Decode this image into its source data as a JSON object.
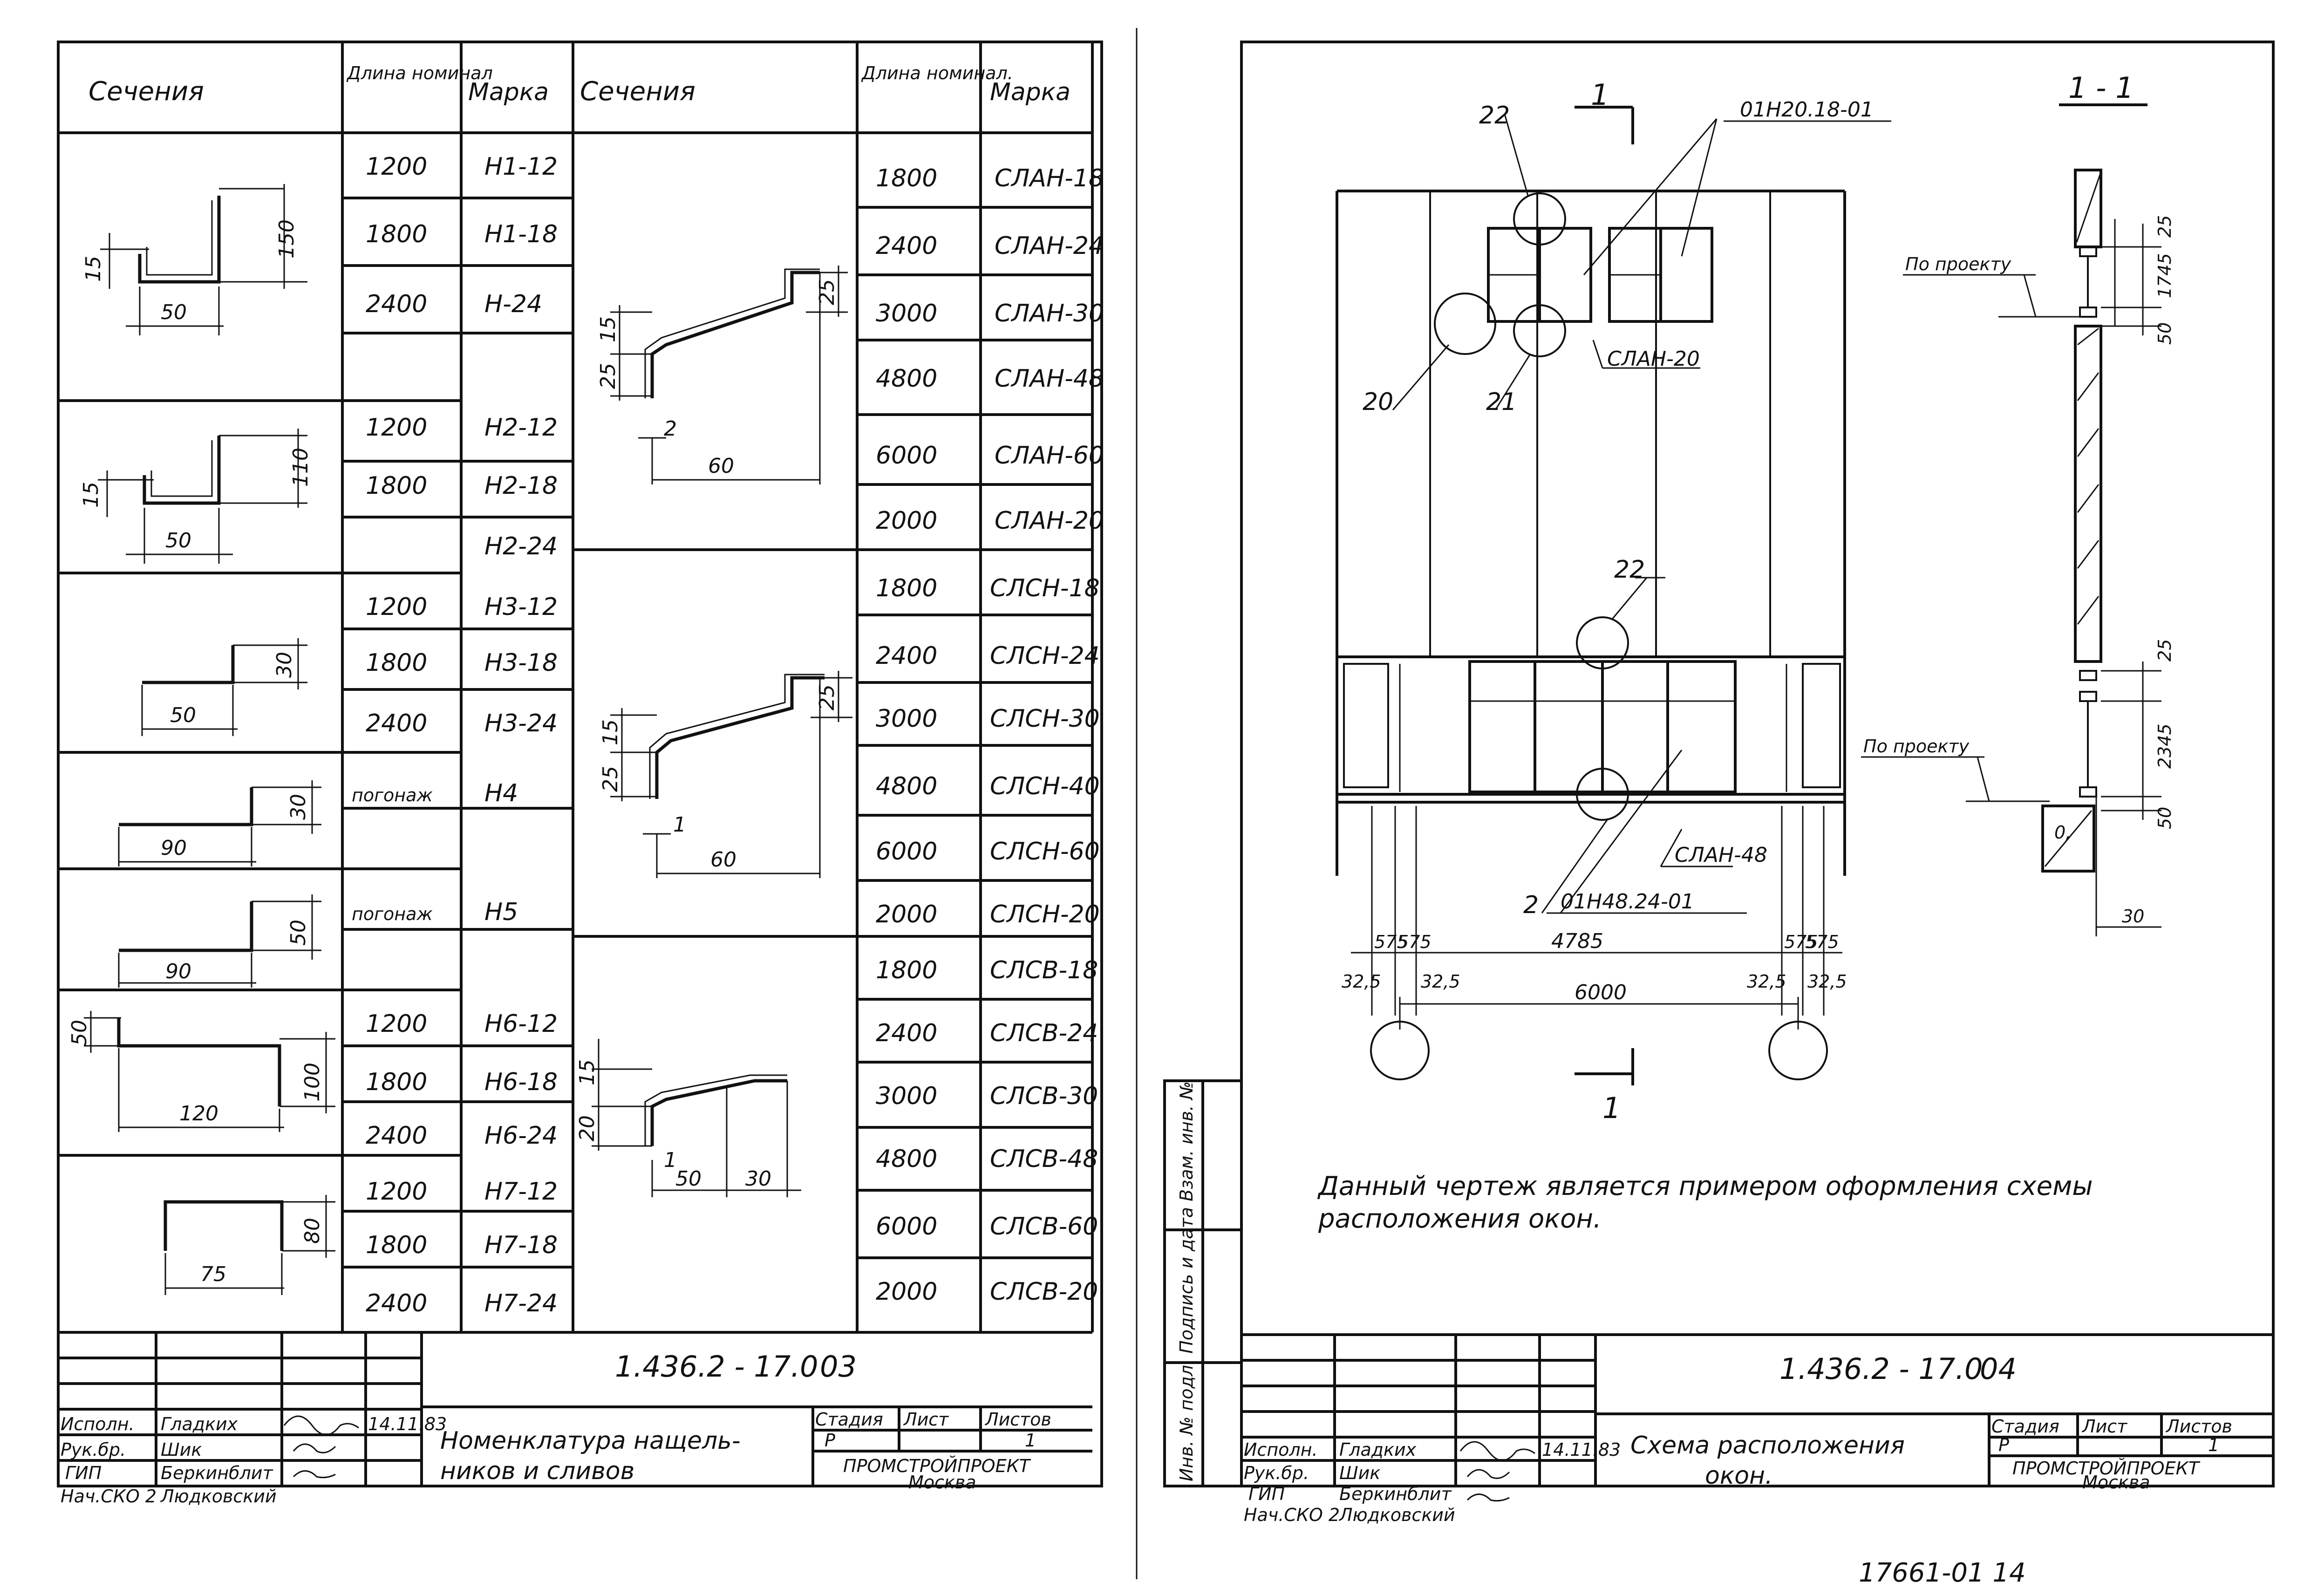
{
  "left_sheet": {
    "table_headers": {
      "sections": "Сечения",
      "length": "Длина номинал",
      "mark": "Марка",
      "sections2": "Сечения",
      "length2": "Длина номинал.",
      "mark2": "Марка"
    },
    "left_rows": [
      {
        "length": "1200",
        "mark": "Н1-12"
      },
      {
        "length": "1800",
        "mark": "Н1-18"
      },
      {
        "length": "2400",
        "mark": "Н-24"
      },
      {
        "length": "1200",
        "mark": "Н2-12"
      },
      {
        "length": "1800",
        "mark": "Н2-18"
      },
      {
        "length": "",
        "mark": "Н2-24"
      },
      {
        "length": "1200",
        "mark": "Н3-12"
      },
      {
        "length": "1800",
        "mark": "Н3-18"
      },
      {
        "length": "2400",
        "mark": "Н3-24"
      },
      {
        "length": "погонаж",
        "mark": "Н4"
      },
      {
        "length": "погонаж",
        "mark": "Н5"
      },
      {
        "length": "1200",
        "mark": "Н6-12"
      },
      {
        "length": "1800",
        "mark": "Н6-18"
      },
      {
        "length": "2400",
        "mark": "Н6-24"
      },
      {
        "length": "1200",
        "mark": "Н7-12"
      },
      {
        "length": "1800",
        "mark": "Н7-18"
      },
      {
        "length": "2400",
        "mark": "Н7-24"
      }
    ],
    "right_rows": [
      {
        "length": "1800",
        "mark": "СЛАН-18"
      },
      {
        "length": "2400",
        "mark": "СЛАН-24"
      },
      {
        "length": "3000",
        "mark": "СЛАН-30"
      },
      {
        "length": "4800",
        "mark": "СЛАН-48"
      },
      {
        "length": "6000",
        "mark": "СЛАН-60"
      },
      {
        "length": "2000",
        "mark": "СЛАН-20"
      },
      {
        "length": "1800",
        "mark": "СЛСН-18"
      },
      {
        "length": "2400",
        "mark": "СЛСН-24"
      },
      {
        "length": "3000",
        "mark": "СЛСН-30"
      },
      {
        "length": "4800",
        "mark": "СЛСН-40"
      },
      {
        "length": "6000",
        "mark": "СЛСН-60"
      },
      {
        "length": "2000",
        "mark": "СЛСН-20"
      },
      {
        "length": "1800",
        "mark": "СЛСВ-18"
      },
      {
        "length": "2400",
        "mark": "СЛСВ-24"
      },
      {
        "length": "3000",
        "mark": "СЛСВ-30"
      },
      {
        "length": "4800",
        "mark": "СЛСВ-48"
      },
      {
        "length": "6000",
        "mark": "СЛСВ-60"
      },
      {
        "length": "2000",
        "mark": "СЛСВ-20"
      }
    ],
    "profile_dims": {
      "p1": [
        "15",
        "150",
        "50"
      ],
      "p2": [
        "15",
        "110",
        "50"
      ],
      "p3": [
        "30",
        "50"
      ],
      "p4": [
        "30",
        "90"
      ],
      "p5": [
        "50",
        "90"
      ],
      "p6": [
        "50",
        "100",
        "120"
      ],
      "p7": [
        "80",
        "75"
      ],
      "s1": [
        "15",
        "25",
        "25",
        "2",
        "60"
      ],
      "s2": [
        "15",
        "25",
        "25",
        "1",
        "60"
      ],
      "s3": [
        "15",
        "20",
        "1",
        "50",
        "30"
      ]
    },
    "title_block": {
      "code": "1.436.2 - 17.0",
      "sheet_no": "03",
      "stage_label": "Стадия",
      "sheet_label": "Лист",
      "sheets_label": "Листов",
      "stage": "Р",
      "sheets": "1",
      "title_line1": "Номенклатура нащель-",
      "title_line2": "ников и сливов",
      "org_line1": "ПРОМСТРОЙПРОЕКТ",
      "org_line2": "Москва",
      "roles": [
        "Исполн.",
        "Рук.бр.",
        "ГИП",
        "Нач.СКО 2"
      ],
      "names": [
        "Гладких",
        "Шик",
        "Беркинблит",
        "Людковский"
      ],
      "date": "14.11.83"
    }
  },
  "right_sheet": {
    "plan_labels": {
      "section_mark_top": "1",
      "section_mark_bottom": "1",
      "callout_22_top": "22",
      "callout_20": "20",
      "callout_21": "21",
      "callout_22_mid": "22",
      "callout_2": "2",
      "window_top": "01Н20.18-01",
      "window_bottom": "01Н48.24-01",
      "slan20": "СЛАН-20",
      "slan48": "СЛАН-48"
    },
    "dims": {
      "d575a": "575",
      "d575b": "575",
      "d4785": "4785",
      "d575c": "575",
      "d575d": "575",
      "d325a": "32,5",
      "d325b": "32,5",
      "d325c": "32,5",
      "d325d": "32,5",
      "d6000": "6000"
    },
    "section": {
      "title": "1 - 1",
      "project1": "По проекту",
      "project2": "По проекту",
      "d25a": "25",
      "d1745": "1745",
      "d50a": "50",
      "d25b": "25",
      "d2345": "2345",
      "d50b": "50",
      "d30": "30",
      "level_mark": "0,"
    },
    "note_line1": "Данный чертеж является примером оформления схемы",
    "note_line2": "расположения окон.",
    "side_stamp": "Инв. № подл. Подпись и дата Взам. инв. №",
    "title_block": {
      "code": "1.436.2 - 17.0",
      "sheet_no": "04",
      "stage_label": "Стадия",
      "sheet_label": "Лист",
      "sheets_label": "Листов",
      "stage": "Р",
      "sheets": "1",
      "title_line1": "Схема расположения",
      "title_line2": "окон.",
      "org_line1": "ПРОМСТРОЙПРОЕКТ",
      "org_line2": "Москва",
      "roles": [
        "Исполн.",
        "Рук.бр.",
        "ГИП",
        "Нач.СКО 2"
      ],
      "names": [
        "Гладких",
        "Шик",
        "Беркинблит",
        "Людковский"
      ],
      "date": "14.11.83"
    },
    "bottom_number": "17661-01 14"
  }
}
